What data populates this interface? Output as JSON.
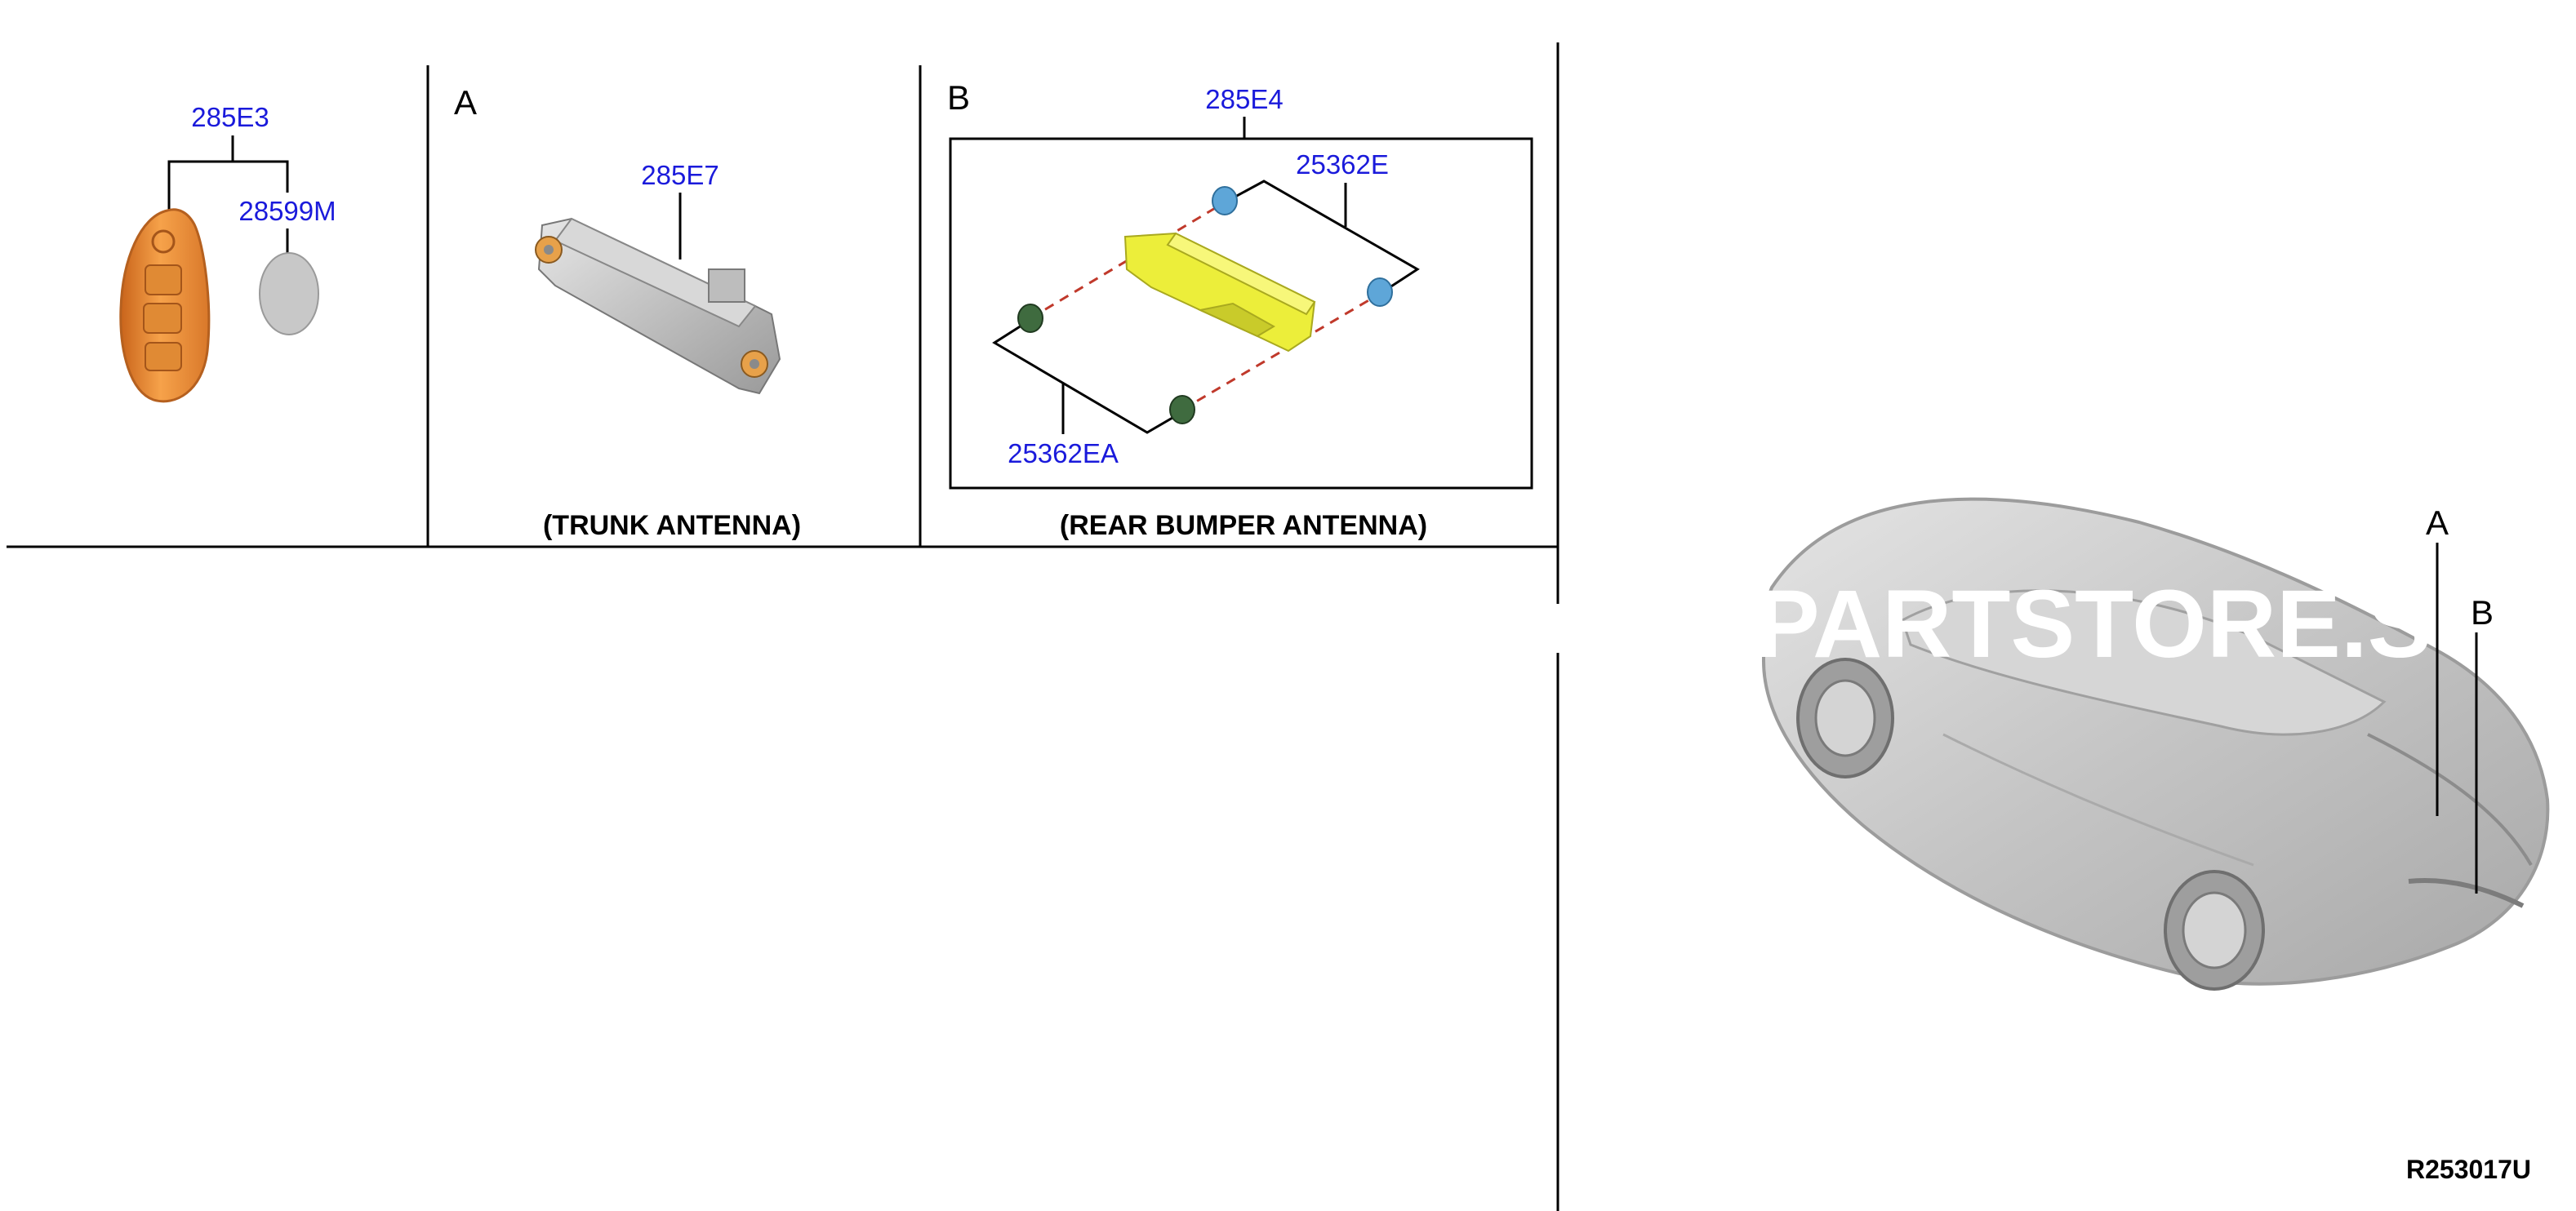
{
  "panels": {
    "key": {
      "part_main": "285E3",
      "part_battery": "28599M"
    },
    "trunk": {
      "letter": "A",
      "part": "285E7",
      "caption": "(TRUNK ANTENNA)"
    },
    "bumper": {
      "letter": "B",
      "part_main": "285E4",
      "part_clip_upper": "25362E",
      "part_clip_lower": "25362EA",
      "caption": "(REAR BUMPER ANTENNA)"
    }
  },
  "vehicle": {
    "label_a": "A",
    "label_b": "B"
  },
  "watermark": "PARTSTORE.S",
  "reference_code": "R253017U",
  "colors": {
    "part_number": "#1a1adb",
    "key_fob": "#f39a3a",
    "rear_bumper_antenna": "#ecee3a",
    "clip_upper": "#5ea6d8",
    "clip_lower": "#3f6b3f",
    "dashed_guide": "#c0392b",
    "vehicle_body": "#c8c8c8"
  }
}
